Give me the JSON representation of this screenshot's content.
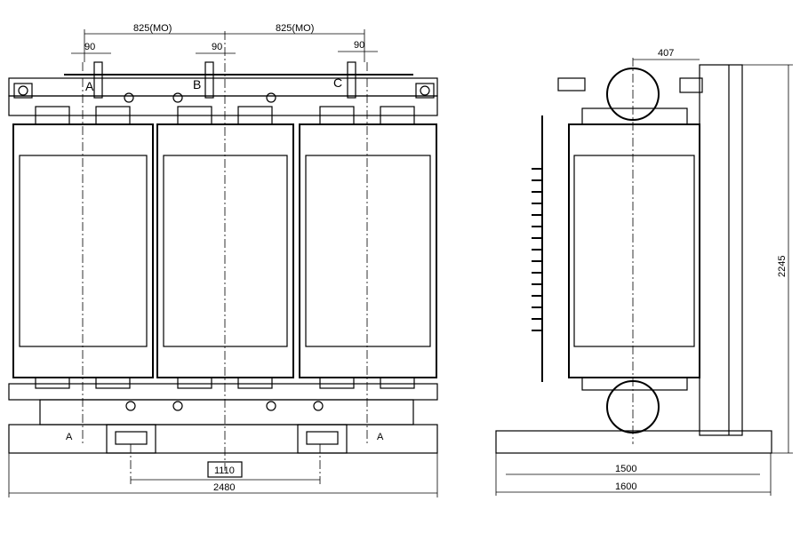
{
  "front_view": {
    "dims": {
      "pitch_left": "825(MO)",
      "pitch_right": "825(MO)",
      "offset_a": "90",
      "offset_b": "90",
      "offset_c": "90",
      "wheel_gauge": "1110",
      "overall_length": "2480"
    },
    "phases": [
      "A",
      "B",
      "C"
    ],
    "section_marks": [
      "A",
      "A"
    ]
  },
  "side_view": {
    "dims": {
      "terminal_offset": "407",
      "overall_height": "2245",
      "wheel_gauge": "1500",
      "overall_width": "1600"
    }
  }
}
